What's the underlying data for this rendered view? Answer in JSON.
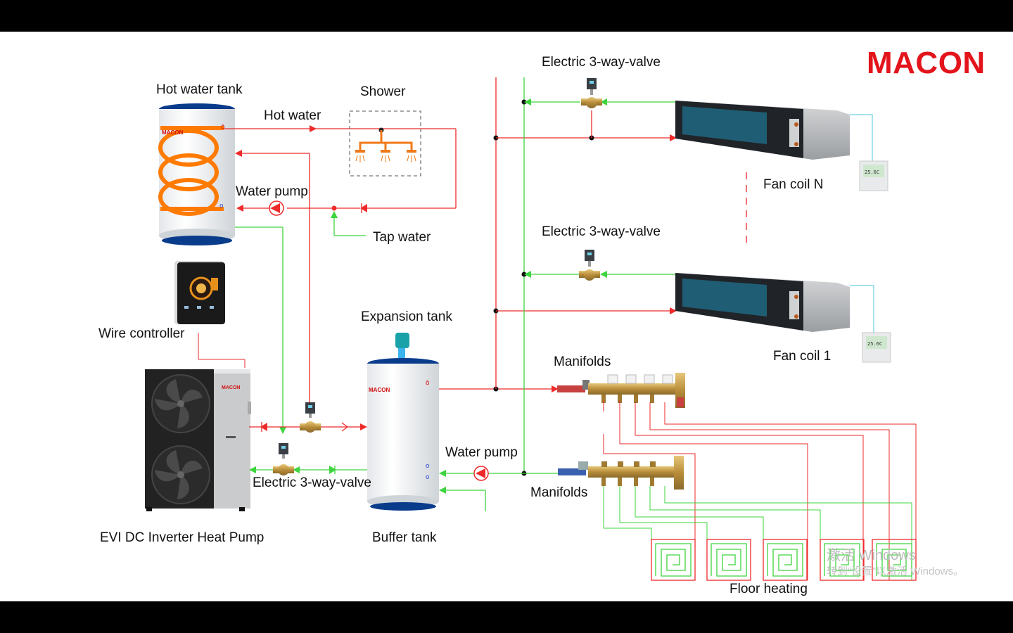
{
  "brand": "MACON",
  "brand_color": "#e3141b",
  "labels": {
    "hot_water_tank": "Hot water tank",
    "shower": "Shower",
    "hot_water": "Hot water",
    "water_pump_top": "Water pump",
    "tap_water": "Tap water",
    "wire_controller": "Wire controller",
    "expansion_tank": "Expansion tank",
    "heat_pump": "EVI DC Inverter Heat Pump",
    "buffer_tank": "Buffer tank",
    "valve_bottom": "Electric 3-way-valve",
    "water_pump_bottom": "Water pump",
    "valve_top_right": "Electric 3-way-valve",
    "valve_mid_right": "Electric 3-way-valve",
    "fan_coil_n": "Fan coil N",
    "fan_coil_1": "Fan coil 1",
    "manifolds_top": "Manifolds",
    "manifolds_bottom": "Manifolds",
    "floor_heating": "Floor heating",
    "thermostat_reading": "25.6C",
    "tank_brand": "MACON",
    "heat_pump_brand": "MACON"
  },
  "watermark": {
    "line1": "激活 Windows",
    "line2": "转到“设置”以激活 Windows。"
  },
  "colors": {
    "supply_line": "#ee2a2a",
    "return_line": "#3ed43e",
    "sensor_line": "#6ccfe6"
  }
}
